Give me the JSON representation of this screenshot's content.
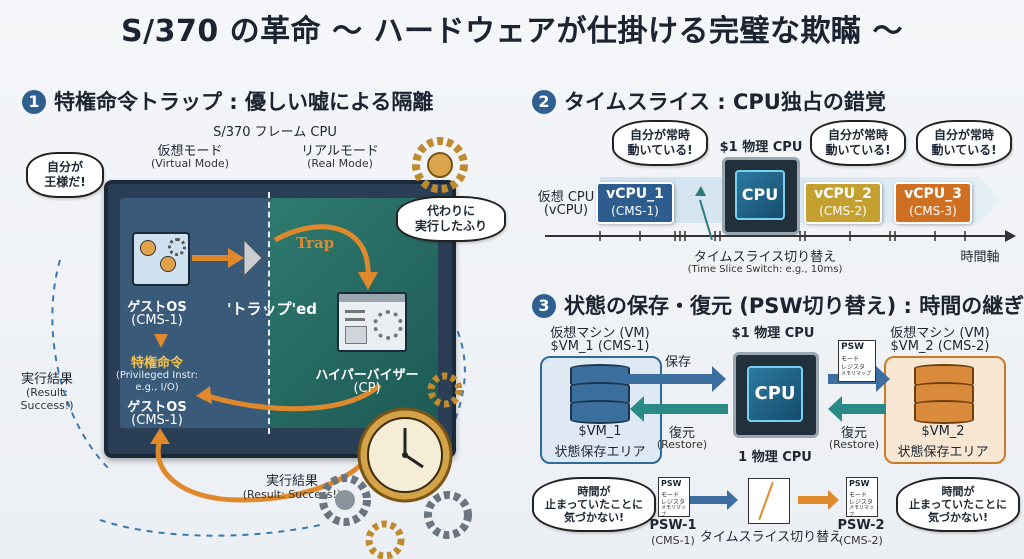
{
  "title": "S/370 の革命 〜 ハードウェアが仕掛ける完璧な欺瞞 〜",
  "sections": [
    {
      "num": "1",
      "title": "特権命令トラップ : 優しい嘘による隔離"
    },
    {
      "num": "2",
      "title": "タイムスライス : CPU独占の錯覚"
    },
    {
      "num": "3",
      "title": "状態の保存・復元 (PSW切り替え) : 時間の継ぎ目"
    }
  ],
  "s1": {
    "cpu_frame": "S/370 フレーム CPU",
    "virtual_mode": "仮想モード",
    "virtual_mode_en": "(Virtual Mode)",
    "real_mode": "リアルモード",
    "real_mode_en": "(Real Mode)",
    "bubble_king": "自分が\n王様だ!",
    "bubble_pretend": "代わりに\n実行したふり",
    "trap": "Trap",
    "trapped": "'トラップ'ed",
    "guest_os": "ゲストOS",
    "guest_cms": "(CMS-1)",
    "priv_instr": "特権命令",
    "priv_instr_en": "(Privileged Instr:",
    "priv_instr_en2": "e.g., I/O)",
    "guest_os2": "ゲストOS",
    "guest_cms2": "(CMS-1)",
    "hypervisor": "ハイパーバイザー",
    "hypervisor_cp": "(CP)",
    "exec_result": "実行結果",
    "exec_result_en": "(Result:",
    "exec_result_en2": "Success!)",
    "exec_result_b": "実行結果",
    "exec_result_b_en": "(Result: Success!)"
  },
  "s2": {
    "virtual_cpu": "仮想 CPU",
    "virtual_cpu_en": "(vCPU)",
    "physical_cpu": "$1 物理 CPU",
    "cpu": "CPU",
    "bubble": "自分が常時\n動いている!",
    "vcpus": [
      {
        "name": "vCPU_1",
        "sub": "(CMS-1)",
        "color": "#2d5c8e"
      },
      {
        "name": "vCPU_2",
        "sub": "(CMS-2)",
        "color": "#c4a030"
      },
      {
        "name": "vCPU_3",
        "sub": "(CMS-3)",
        "color": "#cf6f22"
      }
    ],
    "switch_label": "タイムスライス切り替え",
    "switch_label_en": "(Time Slice Switch: e.g., 10ms)",
    "time_axis": "時間軸"
  },
  "s3": {
    "vm1_title": "仮想マシン (VM)",
    "vm1_name": "$VM_1 (CMS-1)",
    "vm2_title": "仮想マシン (VM)",
    "vm2_name": "$VM_2 (CMS-2)",
    "physical_cpu": "$1 物理 CPU",
    "physical_cpu_b": "1 物理 CPU",
    "cpu": "CPU",
    "save": "保存",
    "restore": "復元",
    "restore_en": "(Restore)",
    "vm1_area": "$VM_1",
    "vm1_area2": "状態保存エリア",
    "vm2_area": "$VM_2",
    "vm2_area2": "状態保存エリア",
    "psw_doc": "PSW",
    "psw_doc_l2": "モード",
    "psw_doc_l3": "レジスタ",
    "psw_doc_l4": "メモリマップ",
    "bubble": "時間が\n止まっていたことに\n気づかない!",
    "psw1": "PSW-1",
    "psw1_sub": "(CMS-1)",
    "psw2": "PSW-2",
    "psw2_sub": "(CMS-2)",
    "switch_label": "タイムスライス切り替え"
  },
  "colors": {
    "accent": "#2f5f8f",
    "orange": "#e0892c",
    "teal": "#2a8a86"
  }
}
